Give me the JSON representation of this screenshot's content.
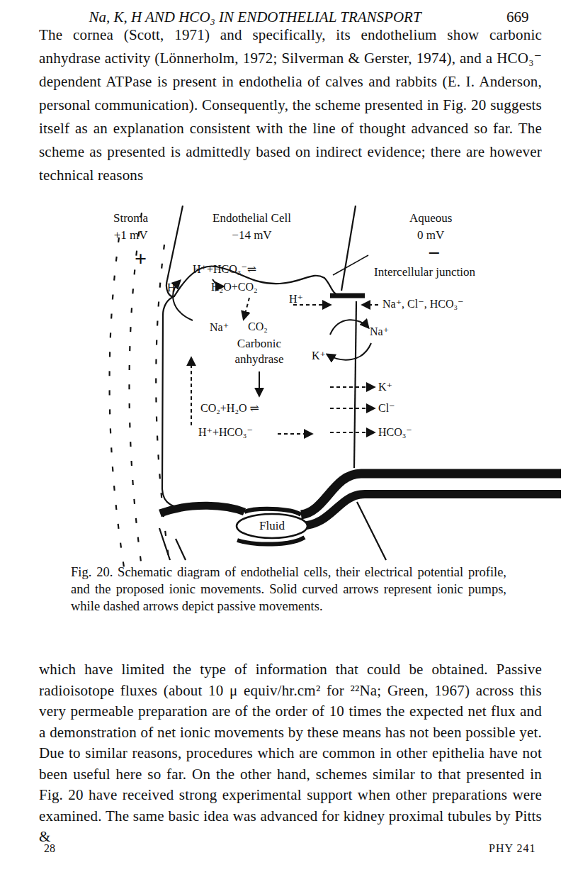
{
  "diagram": {
    "title": "Na, K, H AND HCO₃ IN ENDOTHELIAL TRANSPORT",
    "caption": "Fig. 20. Schematic diagram of endothelial cells, their electrical potential profile, and the proposed ionic movements. Solid curved arrows represent ionic pumps, while dashed arrows depict passive movements.",
    "nodes": [
      {
        "text": [
          "Stroma",
          "+1 mV"
        ]
      },
      {
        "text": [
          "Endothelial Cell",
          "−14 mV"
        ]
      },
      {
        "text": [
          "Aqueous",
          "0 mV"
        ]
      },
      {
        "text": [
          "Fluid"
        ]
      }
    ],
    "labels": [
      "669",
      "The cornea (Scott, 1971) and specifically, its endothelium show carbonic anhydrase activity (Lönnerholm, 1972; Silverman & Gerster, 1974), and a HCO₃⁻ dependent ATPase is present in endothelia of calves and rabbits (E. I. Anderson, personal communication). Consequently, the scheme presented in Fig. 20 suggests itself as an explanation consistent with the line of thought advanced so far. The scheme as presented is admittedly based on indirect evidence; there are however technical reasons",
      "+",
      "−",
      "Intercellular junction",
      "H⁺+HCO₃⁻⇌",
      "H⁺",
      "H₂O+CO₂",
      "H⁺",
      "Na⁺, Cl⁻, HCO₃⁻",
      "Na⁺",
      "CO₂",
      "Na⁺",
      "Carbonic anhydrase",
      "K⁺",
      "K⁺",
      "CO₂+H₂O ⇌",
      "Cl⁻",
      "H⁺+HCO₃⁻",
      "HCO₃⁻",
      "which have limited the type of information that could be obtained. Passive radioisotope fluxes (about 10 μ equiv/hr.cm² for ²²Na; Green, 1967) across this very permeable preparation are of the order of 10 times the expected net flux and a demonstration of net ionic movements by these means has not been possible yet. Due to similar reasons, procedures which are common in other epithelia have not been useful here so far. On the other hand, schemes similar to that presented in Fig. 20 have received strong experimental support when other preparations were examined. The same basic idea was advanced for kidney proximal tubules by Pitts &",
      "28",
      "PHY 241"
    ]
  }
}
